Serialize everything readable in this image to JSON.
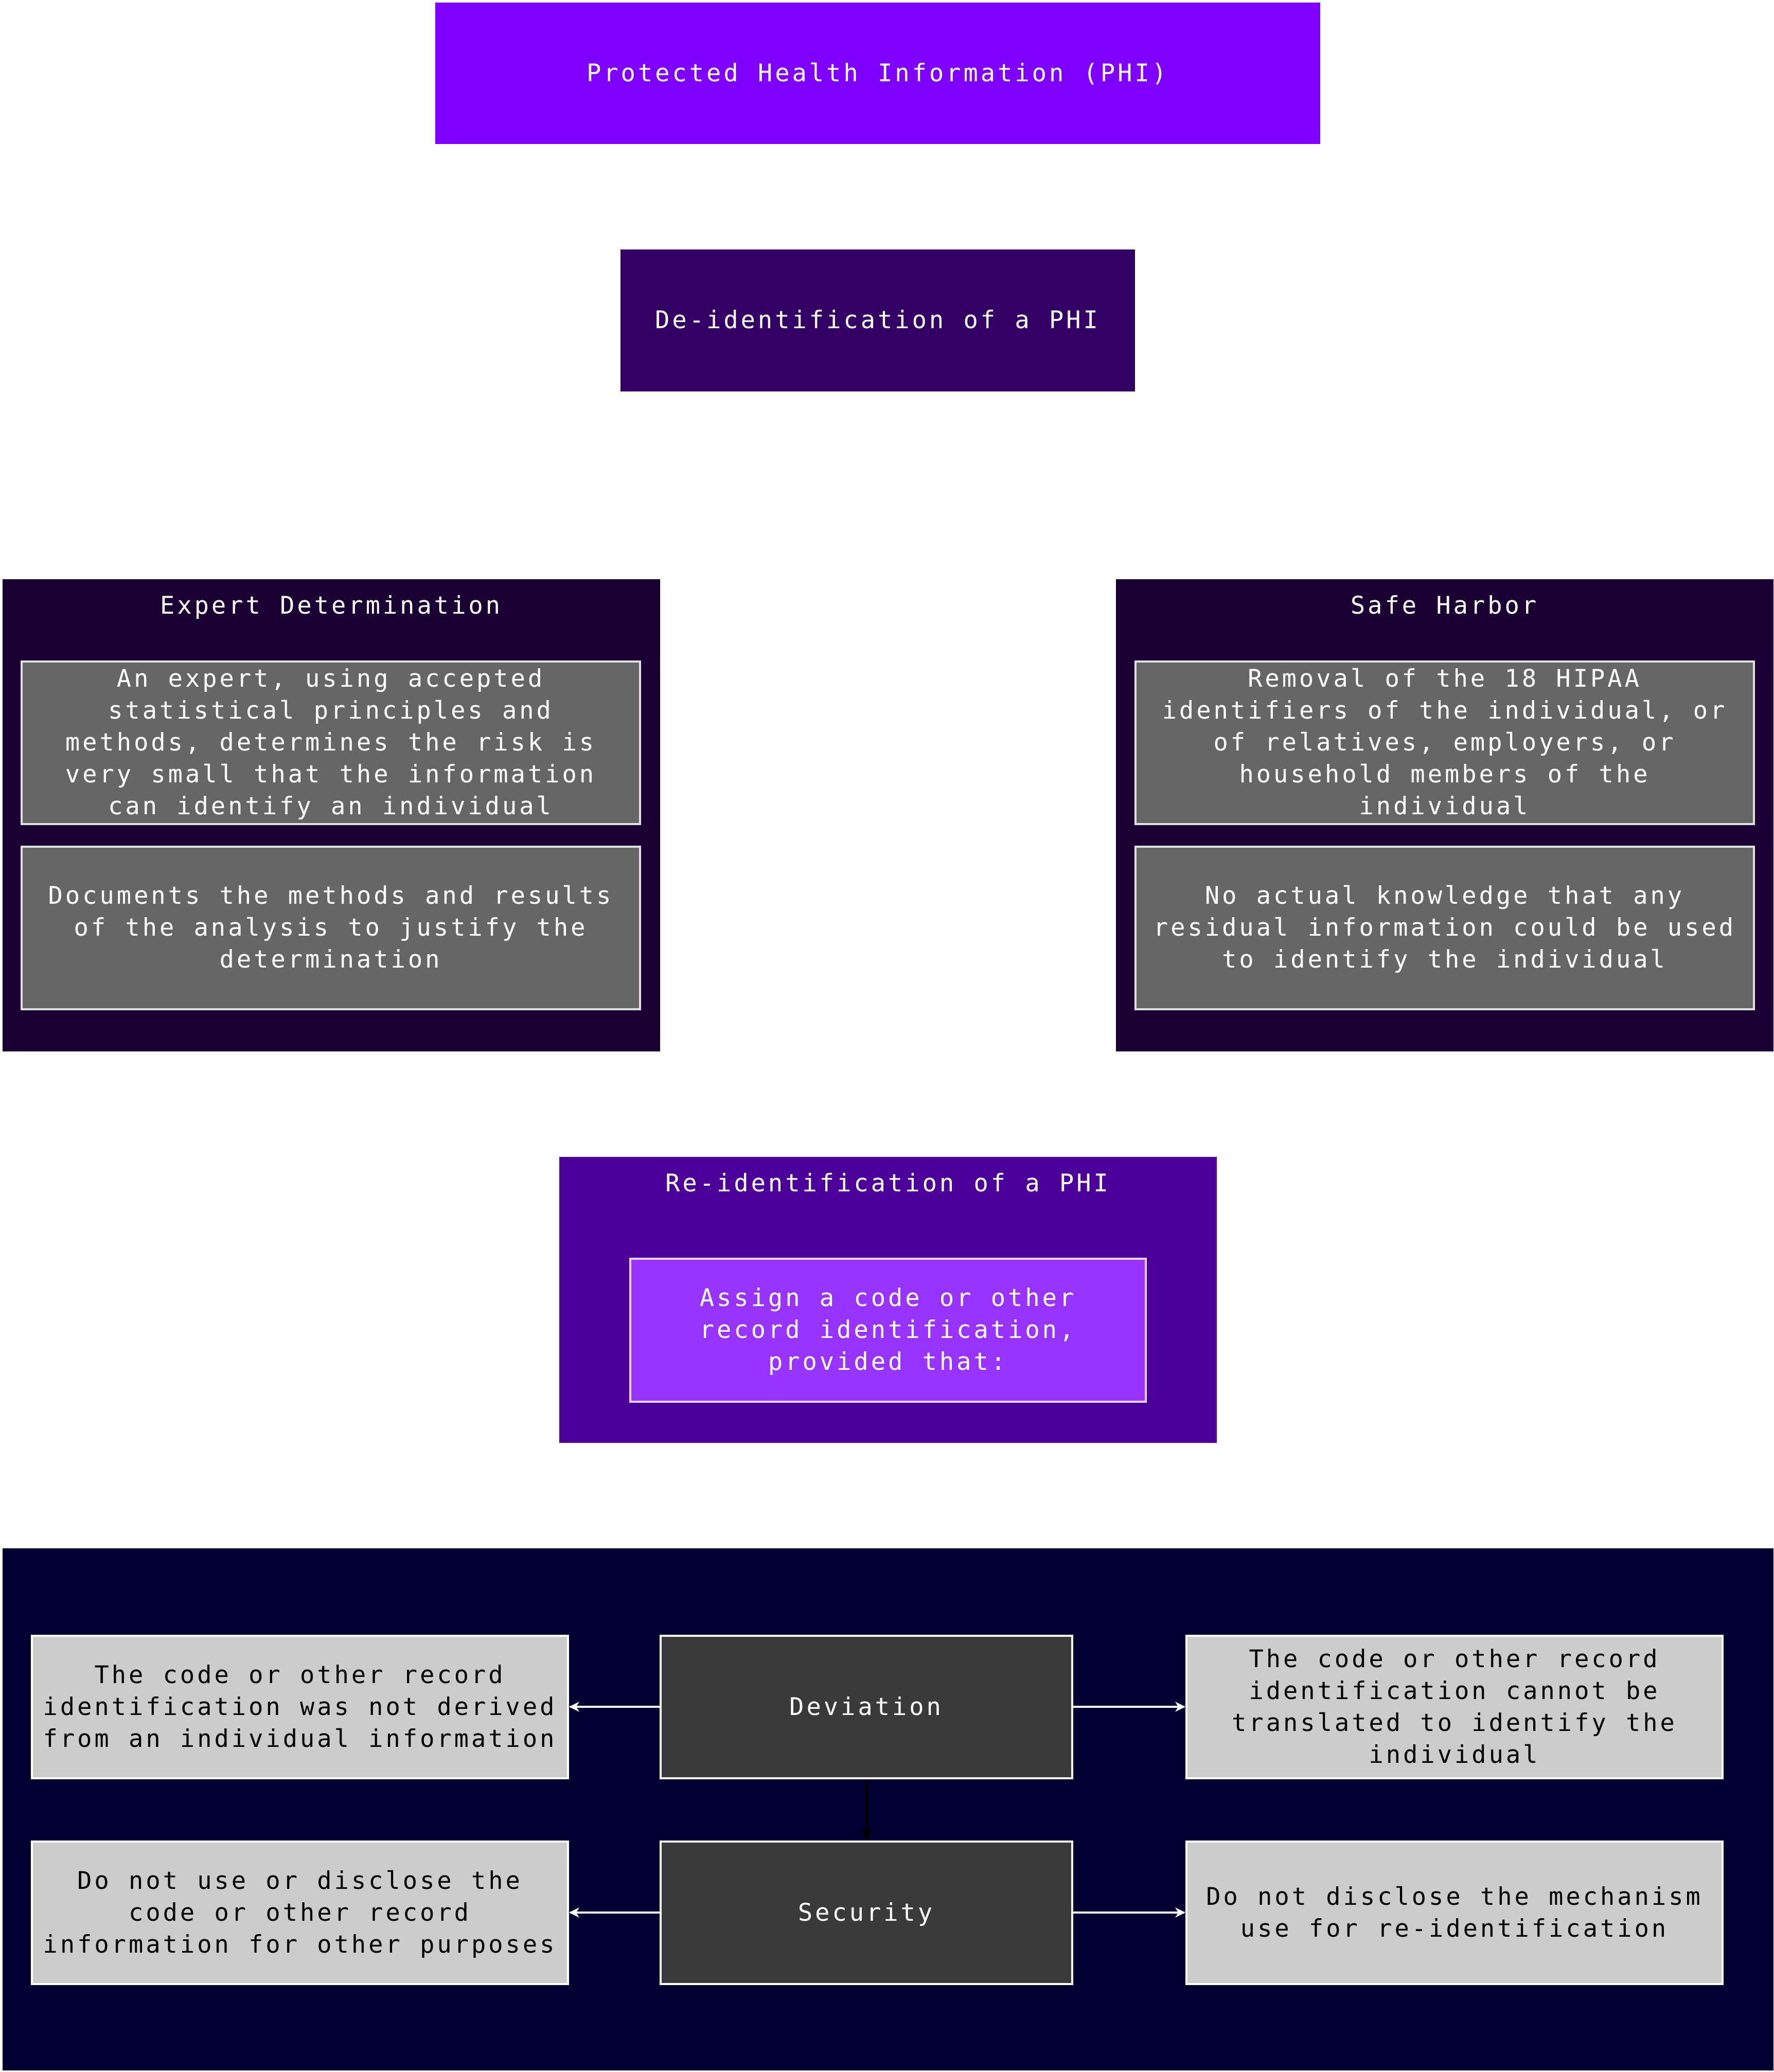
{
  "colors": {
    "phi": "#7f00ff",
    "deid": "#330066",
    "method_container": "#1a0033",
    "reid_container": "#4c0099",
    "reid_inner": "#9933ff",
    "bottom_container": "#000033",
    "grey_box": "#666666",
    "light_box": "#cccccc",
    "dark_box": "#3a3a3a"
  },
  "nodes": {
    "phi": "Protected Health Information (PHI)",
    "deid": "De-identification of a PHI",
    "expert": {
      "title": "Expert Determination",
      "item1": "An expert, using accepted statistical principles and methods, determines the risk is very small that the information can identify an individual",
      "item2": "Documents the methods and results of the analysis to justify the determination"
    },
    "safe": {
      "title": "Safe Harbor",
      "item1": "Removal of the 18 HIPAA identifiers of the individual, or of relatives, employers, or household members of the individual",
      "item2": "No actual knowledge that any residual information could be used to identify the individual"
    },
    "reid": {
      "title": "Re-identification of a PHI",
      "item1": "Assign a code or other record identification, provided that:"
    },
    "bottom": {
      "deviation": "Deviation",
      "security": "Security",
      "dev_left": "The code or other record identification was not derived from an individual information",
      "dev_right": "The code or other record identification cannot be translated to identify the individual",
      "sec_left": "Do not use or disclose the code or other record information for other purposes",
      "sec_right": "Do not disclose the mechanism use for re-identification"
    }
  }
}
